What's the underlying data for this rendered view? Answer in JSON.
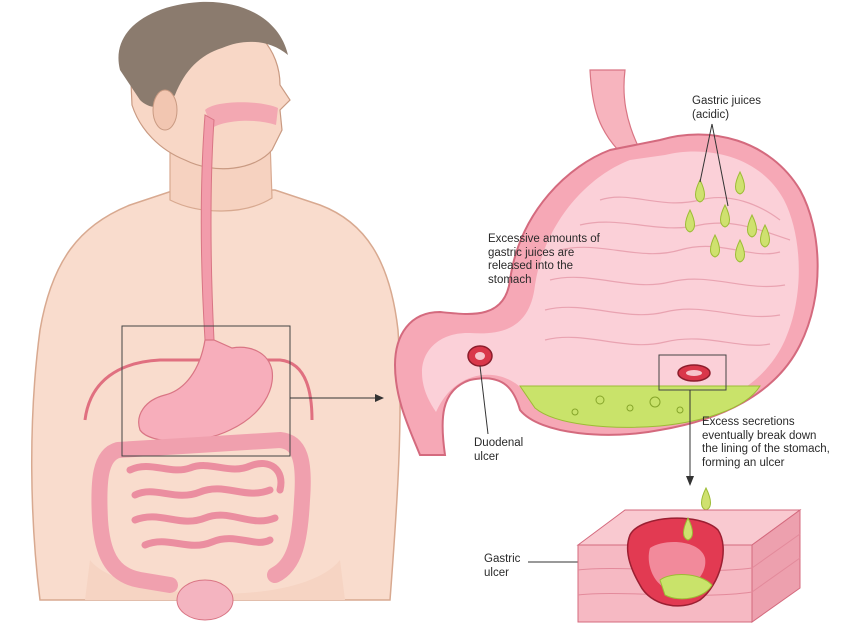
{
  "labels": {
    "gastric_juices": "Gastric juices\n(acidic)",
    "excessive_amounts": "Excessive amounts of\ngastric juices are\nreleased into the\nstomach",
    "duodenal_ulcer": "Duodenal\nulcer",
    "excess_secretions": "Excess secretions\neventually break down\nthe lining of the stomach,\nforming an ulcer",
    "gastric_ulcer": "Gastric\nulcer"
  }
}
